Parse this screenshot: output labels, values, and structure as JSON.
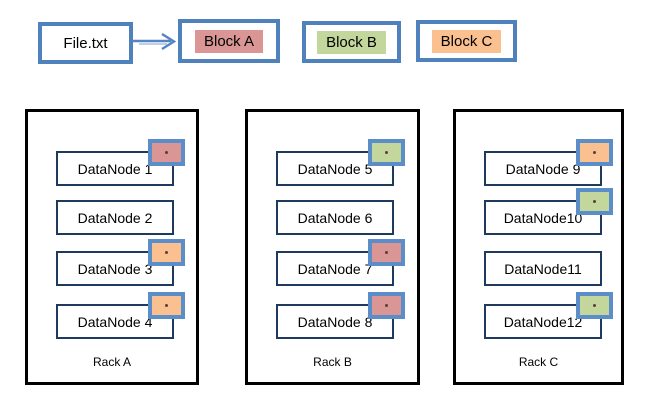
{
  "diagram": {
    "description_visible_elements": "file to blocks to racks diagram",
    "file": {
      "label": "File.txt"
    },
    "arrow": {
      "name": "file-to-block-a-arrow",
      "color": "#5585c0"
    }
  },
  "blocks": [
    {
      "label": "Block A",
      "color": "#d99694"
    },
    {
      "label": "Block B",
      "color": "#c3d69b"
    },
    {
      "label": "Block C",
      "color": "#fac08f"
    }
  ],
  "racks": [
    {
      "label": "Rack A",
      "nodes": [
        {
          "label": "DataNode 1",
          "replica_of": "Block A",
          "replica_color": "#d99694"
        },
        {
          "label": "DataNode 2",
          "replica_of": null,
          "replica_color": null
        },
        {
          "label": "DataNode 3",
          "replica_of": "Block C",
          "replica_color": "#fac08f"
        },
        {
          "label": "DataNode 4",
          "replica_of": "Block C",
          "replica_color": "#fac08f"
        }
      ]
    },
    {
      "label": "Rack B",
      "nodes": [
        {
          "label": "DataNode 5",
          "replica_of": "Block B",
          "replica_color": "#c3d69b"
        },
        {
          "label": "DataNode 6",
          "replica_of": null,
          "replica_color": null
        },
        {
          "label": "DataNode 7",
          "replica_of": "Block A",
          "replica_color": "#d99694"
        },
        {
          "label": "DataNode 8",
          "replica_of": "Block A",
          "replica_color": "#d99694"
        }
      ]
    },
    {
      "label": "Rack C",
      "nodes": [
        {
          "label": "DataNode 9",
          "replica_of": "Block C",
          "replica_color": "#fac08f"
        },
        {
          "label": "DataNode10",
          "replica_of": "Block B",
          "replica_color": "#c3d69b"
        },
        {
          "label": "DataNode11",
          "replica_of": null,
          "replica_color": null
        },
        {
          "label": "DataNode12",
          "replica_of": "Block B",
          "replica_color": "#c3d69b"
        }
      ]
    }
  ],
  "colors": {
    "big_box_border": "#4f81bd",
    "badge_border": "#5b8dc9",
    "node_border": "#1f3a5f",
    "rack_border": "#000000",
    "block_a_fill": "#d99694",
    "block_b_fill": "#c3d69b",
    "block_c_fill": "#fac08f"
  }
}
